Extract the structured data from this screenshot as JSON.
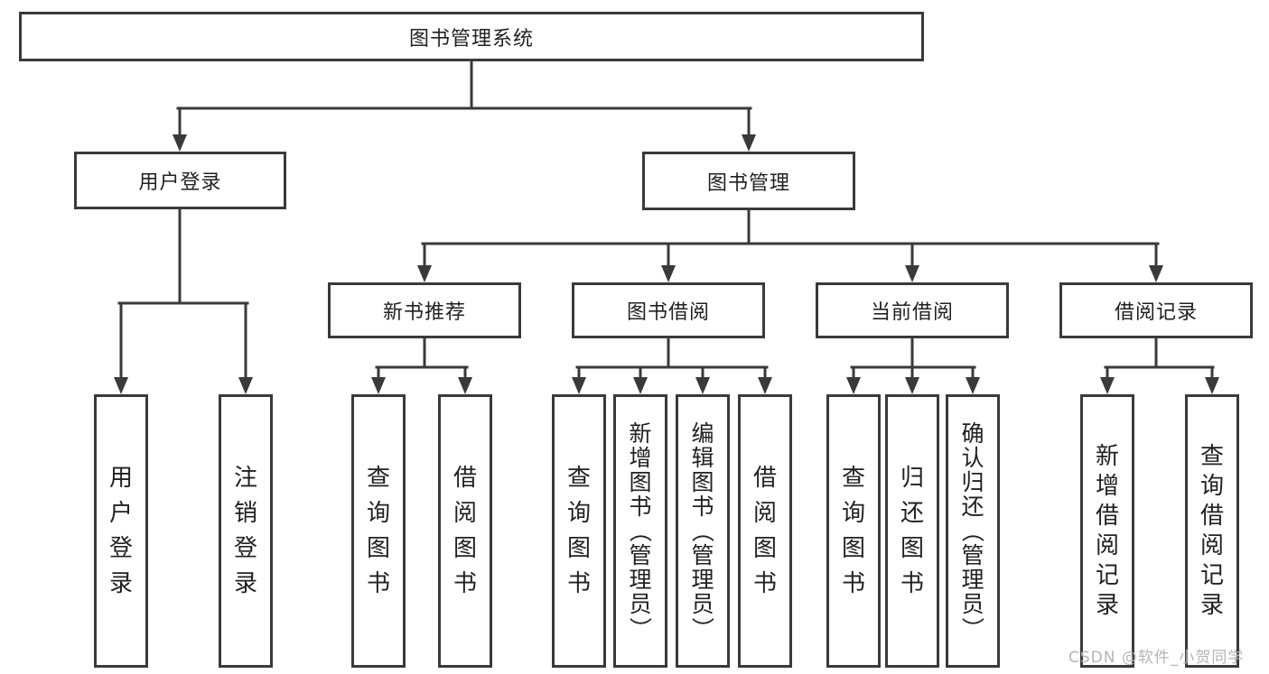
{
  "tree": {
    "root": "图书管理系统",
    "level2": {
      "user_login": "用户登录",
      "book_mgmt": "图书管理"
    },
    "level3": {
      "new_book": "新书推荐",
      "book_borrow": "图书借阅",
      "current_borrow": "当前借阅",
      "borrow_record": "借阅记录"
    },
    "leaves": {
      "user_login": [
        "用户登录",
        "注销登录"
      ],
      "new_book": [
        "查询图书",
        "借阅图书"
      ],
      "book_borrow": [
        "查询图书",
        "新增图书（管理员）",
        "编辑图书（管理员）",
        "借阅图书"
      ],
      "current_borrow": [
        "查询图书",
        "归还图书",
        "确认归还（管理员）"
      ],
      "borrow_record": [
        "新增借阅记录",
        "查询借阅记录"
      ]
    }
  },
  "watermark": "CSDN @软件_小贺同学",
  "colors": {
    "line": "#3a3a3a",
    "text": "#212121",
    "watermark": "#b5b5b5",
    "background": "#ffffff"
  }
}
